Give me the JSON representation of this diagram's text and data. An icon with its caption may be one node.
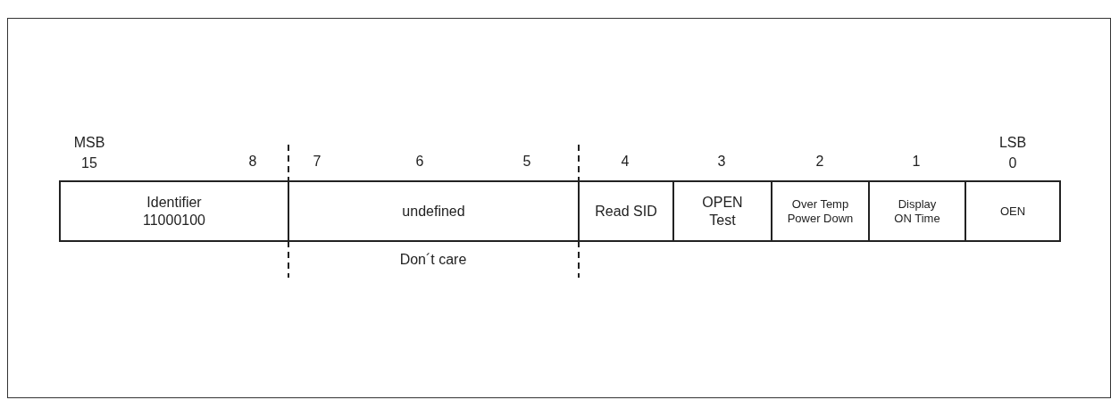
{
  "diagram": {
    "nodes": [
      {
        "text": [
          "Identifier",
          "11000100"
        ]
      },
      {
        "text": [
          "undefined"
        ]
      },
      {
        "text": [
          "Read SID"
        ]
      },
      {
        "text": [
          "OPEN Test"
        ]
      },
      {
        "text": [
          "Over Temp Power Down"
        ]
      },
      {
        "text": [
          "Display ON Time"
        ]
      },
      {
        "text": [
          "OEN"
        ]
      }
    ],
    "labels": [
      "MSB",
      "LSB",
      "15",
      "8",
      "7",
      "6",
      "5",
      "4",
      "3",
      "2",
      "1",
      "0",
      "Don´t care"
    ]
  }
}
